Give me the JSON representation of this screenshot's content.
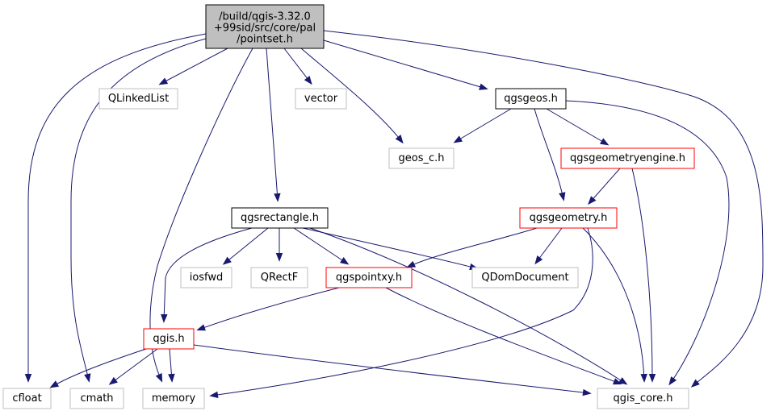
{
  "colors": {
    "edge": "#191970",
    "root_fill": "#bfbfbf",
    "root_border": "#000000",
    "documented_border": "#000000",
    "highlighted_border": "#ff0000",
    "external_border": "#bfbfbf"
  },
  "nodes": {
    "root": [
      "/build/qgis-3.32.0",
      "+99sid/src/core/pal",
      "/pointset.h"
    ],
    "qlinkedlist": "QLinkedList",
    "vector": "vector",
    "qgsgeos": "qgsgeos.h",
    "geos_c": "geos_c.h",
    "qgsgeometryengine": "qgsgeometryengine.h",
    "qgsrectangle": "qgsrectangle.h",
    "qgsgeometry": "qgsgeometry.h",
    "iosfwd": "iosfwd",
    "qrectf": "QRectF",
    "qgspointxy": "qgspointxy.h",
    "qdomdocument": "QDomDocument",
    "qgis": "qgis.h",
    "cfloat": "cfloat",
    "cmath": "cmath",
    "memory": "memory",
    "qgis_core": "qgis_core.h"
  },
  "edges": [
    [
      "root",
      "cfloat"
    ],
    [
      "root",
      "cmath"
    ],
    [
      "root",
      "qlinkedlist"
    ],
    [
      "root",
      "memory"
    ],
    [
      "root",
      "qgsrectangle"
    ],
    [
      "root",
      "vector"
    ],
    [
      "root",
      "geos_c"
    ],
    [
      "root",
      "qgsgeos"
    ],
    [
      "root",
      "qgis_core"
    ],
    [
      "qgsgeos",
      "geos_c"
    ],
    [
      "qgsgeos",
      "qgsgeometryengine"
    ],
    [
      "qgsgeos",
      "qgsgeometry"
    ],
    [
      "qgsgeos",
      "qgis_core"
    ],
    [
      "qgsgeometryengine",
      "qgsgeometry"
    ],
    [
      "qgsgeometryengine",
      "qgis_core"
    ],
    [
      "qgsgeometry",
      "qgspointxy"
    ],
    [
      "qgsgeometry",
      "qdomdocument"
    ],
    [
      "qgsgeometry",
      "memory"
    ],
    [
      "qgsgeometry",
      "qgis_core"
    ],
    [
      "qgsrectangle",
      "qgis"
    ],
    [
      "qgsrectangle",
      "iosfwd"
    ],
    [
      "qgsrectangle",
      "qrectf"
    ],
    [
      "qgsrectangle",
      "qgspointxy"
    ],
    [
      "qgsrectangle",
      "qdomdocument"
    ],
    [
      "qgsrectangle",
      "qgis_core"
    ],
    [
      "qgspointxy",
      "qgis"
    ],
    [
      "qgspointxy",
      "qgis_core"
    ],
    [
      "qgis",
      "cfloat"
    ],
    [
      "qgis",
      "cmath"
    ],
    [
      "qgis",
      "memory"
    ],
    [
      "qgis",
      "qgis_core"
    ]
  ]
}
